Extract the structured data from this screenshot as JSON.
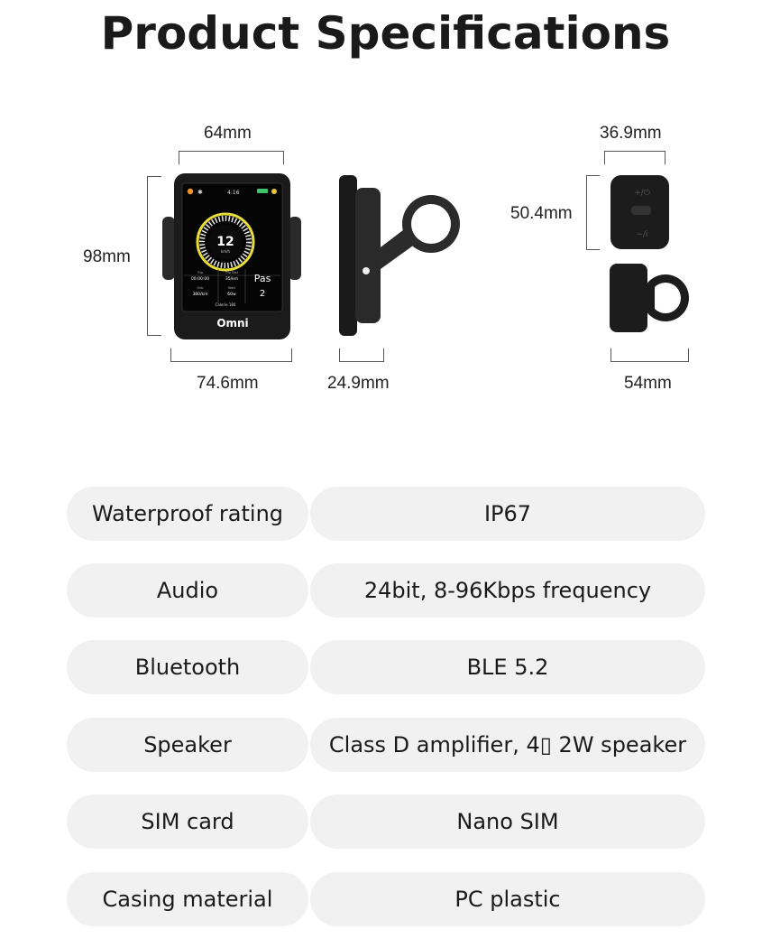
{
  "title": "Product Specifications",
  "dimensions": {
    "display_width": "64mm",
    "display_height": "98mm",
    "display_mount_width": "74.6mm",
    "side_depth": "24.9mm",
    "remote_width": "36.9mm",
    "remote_height": "50.4mm",
    "remote_mount_width": "54mm"
  },
  "screen": {
    "time": "4:16",
    "speed": "12",
    "speed_unit": "km/h",
    "trip_label": "Trip",
    "trip_value": "00:00:00",
    "trip_dist_label": "Trip Dist",
    "trip_dist_value": "35/km",
    "odo_label": "Odo",
    "odo_value": "380/km",
    "watt_label": "Watt",
    "watt_value": "60w",
    "pas_label": "Pas",
    "pas_value": "2",
    "calorie_text": "Calorie 180",
    "brand": "Omni"
  },
  "remote": {
    "plus_label": "+/⏻",
    "minus_label": "−/i"
  },
  "specs": [
    {
      "label": "Waterproof rating",
      "value": "IP67"
    },
    {
      "label": "Audio",
      "value": "24bit, 8-96Kbps frequency"
    },
    {
      "label": "Bluetooth",
      "value": "BLE 5.2"
    },
    {
      "label": "Speaker",
      "value": "Class D amplifier, 4▯ 2W speaker"
    },
    {
      "label": "SIM card",
      "value": "Nano SIM"
    },
    {
      "label": "Casing material",
      "value": "PC plastic"
    }
  ],
  "colors": {
    "pill_bg": "#f1f1f1",
    "device_body": "#1b1b1b",
    "speed_ring": "#e7dd3a"
  }
}
